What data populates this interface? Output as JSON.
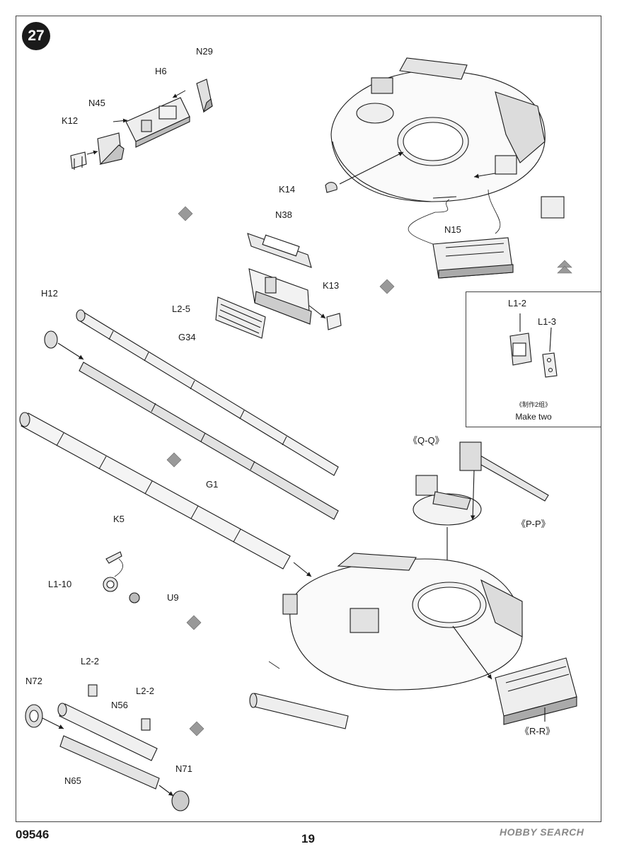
{
  "step": {
    "number": "27"
  },
  "labels": {
    "N29": "N29",
    "H6": "H6",
    "N45": "N45",
    "K12": "K12",
    "K14": "K14",
    "N15": "N15",
    "N38": "N38",
    "K13": "K13",
    "L2-5": "L2-5",
    "H12": "H12",
    "G34": "G34",
    "G1": "G1",
    "K5": "K5",
    "L1-10": "L1-10",
    "U9": "U9",
    "L2-2a": "L2-2",
    "L2-2b": "L2-2",
    "N72": "N72",
    "N56": "N56",
    "N65": "N65",
    "N71": "N71",
    "QQ": "《Q-Q》",
    "PP": "《P-P》",
    "RR": "《R-R》"
  },
  "inset": {
    "part1": "L1-2",
    "part2": "L1-3",
    "note_cn": "《制作2组》",
    "note_en": "Make two"
  },
  "footer": {
    "code": "09546",
    "page": "19",
    "watermark": "HOBBY SEARCH"
  },
  "colors": {
    "line": "#1a1a1a",
    "tone": "#e6e6e6",
    "dark": "#9a9a9a"
  }
}
